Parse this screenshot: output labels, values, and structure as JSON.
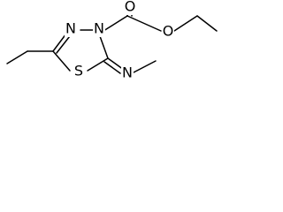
{
  "molecule": {
    "atoms": {
      "ring_n_left": "N",
      "ring_n_right": "N",
      "ester_oxygen_top": "O",
      "ester_oxygen_right": "O",
      "ring_sulfur": "S",
      "imine_nitrogen": "N"
    }
  },
  "colors": {
    "bond": "#000000",
    "label": "#000000",
    "background": "#ffffff"
  }
}
